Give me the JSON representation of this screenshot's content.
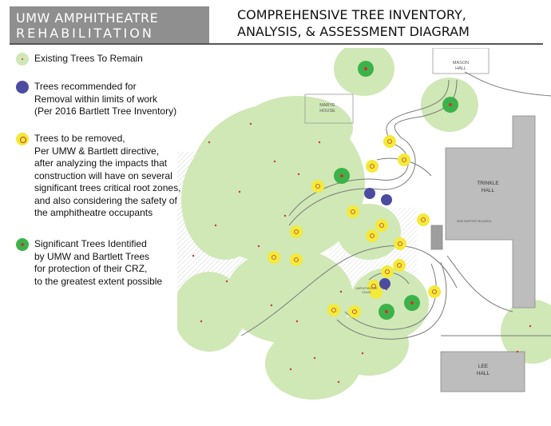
{
  "header": {
    "project_line1": "UMW AMPHITHEATRE",
    "project_line2": "REHABILITATION",
    "title_line1": "COMPREHENSIVE TREE INVENTORY,",
    "title_line2": "ANALYSIS, & ASSESSMENT DIAGRAM"
  },
  "legend": {
    "existing": {
      "lines": [
        "Existing Trees To Remain"
      ],
      "icon": "existing-tree-icon"
    },
    "removal": {
      "lines": [
        "Trees recommended for",
        "Removal within limits of work",
        "(Per 2016 Bartlett Tree Inventory)"
      ],
      "icon": "removal-tree-icon"
    },
    "remove": {
      "lines": [
        "Trees to be removed,",
        "Per UMW & Bartlett directive,",
        "after analyzing the impacts that",
        "construction will have on several",
        "significant trees critical root zones,",
        "and also considering the safety of",
        "the amphitheatre occupants"
      ],
      "icon": "remove-tree-icon"
    },
    "significant": {
      "lines": [
        "Significant Trees Identified",
        "by UMW and Bartlett Trees",
        "for protection of  their CRZ,",
        "to the greatest extent possible"
      ],
      "icon": "significant-tree-icon"
    }
  },
  "map": {
    "labels": {
      "mason": [
        "MASON",
        "HALL"
      ],
      "marye": [
        "MARYE",
        "HOUSE"
      ],
      "trinkle": [
        "TRINKLE",
        "HALL"
      ],
      "lee": [
        "LEE",
        "HALL"
      ],
      "new_support": "NEW SUPPORT BUILDING",
      "amphitheatre": [
        "AMPHITHEATRE",
        "STAGE"
      ]
    }
  },
  "colors": {
    "header_box": "#8f8f8f",
    "existing_canopy": "#cfe8b6",
    "removal_tree": "#4b4ba0",
    "remove_tree": "#f3ea3a",
    "significant_tree": "#3cb34a",
    "trunk_dot": "#cc3333"
  }
}
